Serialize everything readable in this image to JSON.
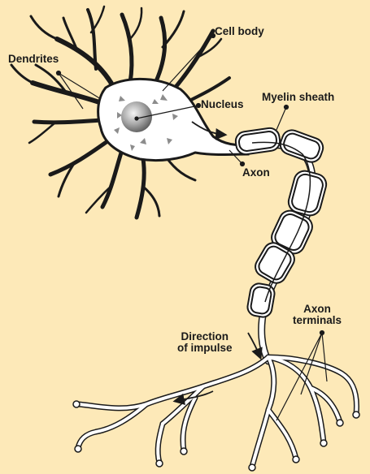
{
  "labels": {
    "cell_body": "Cell body",
    "dendrites": "Dendrites",
    "nucleus": "Nucleus",
    "myelin_sheath": "Myelin sheath",
    "axon": "Axon",
    "direction_line1": "Direction",
    "direction_line2": "of impulse",
    "terminals_line1": "Axon",
    "terminals_line2": "terminals"
  },
  "colors": {
    "background": "#fde9b8",
    "ink": "#1a1a1a",
    "cell_fill": "#ffffff",
    "nucleus_light": "#f2f2f2",
    "nucleus_dark": "#6a6a6a"
  }
}
